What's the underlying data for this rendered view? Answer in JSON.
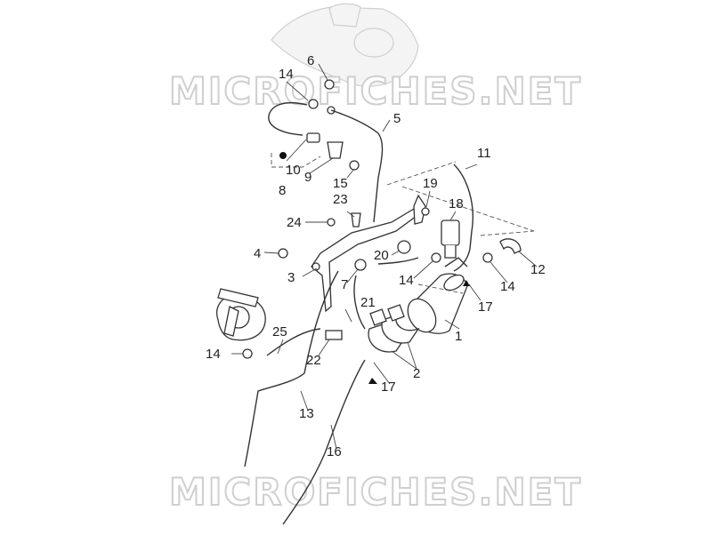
{
  "watermarks": [
    "MICROFICHES.NET",
    "MICROFICHES.NET"
  ],
  "callouts": [
    "1",
    "2",
    "3",
    "4",
    "5",
    "6",
    "7",
    "8",
    "9",
    "10",
    "11",
    "12",
    "13",
    "14",
    "14",
    "14",
    "14",
    "15",
    "16",
    "17",
    "17",
    "18",
    "19",
    "20",
    "21",
    "22",
    "23",
    "24",
    "25"
  ]
}
